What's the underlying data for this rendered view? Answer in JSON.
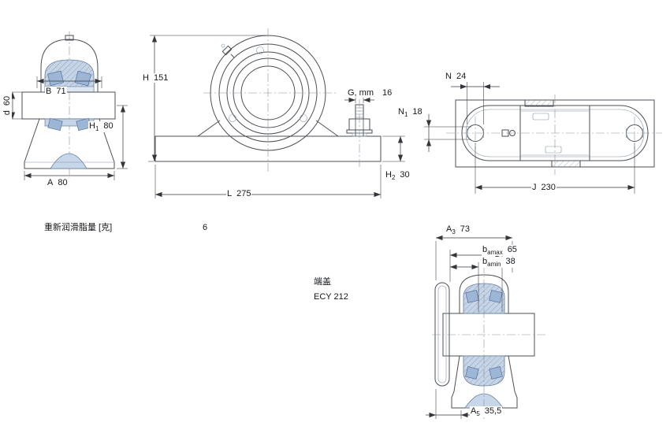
{
  "dims": {
    "B": {
      "name": "B",
      "value": "71"
    },
    "d": {
      "name": "d",
      "value": "60"
    },
    "H1": {
      "name": "H",
      "sub": "1",
      "value": "80"
    },
    "A": {
      "name": "A",
      "value": "80"
    },
    "H": {
      "name": "H",
      "value": "151"
    },
    "G": {
      "name": "G, mm",
      "value": "16"
    },
    "H2": {
      "name": "H",
      "sub": "2",
      "value": "30"
    },
    "L": {
      "name": "L",
      "value": "275"
    },
    "N": {
      "name": "N",
      "value": "24"
    },
    "N1": {
      "name": "N",
      "sub": "1",
      "value": "18"
    },
    "J": {
      "name": "J",
      "value": "230"
    },
    "A3": {
      "name": "A",
      "sub": "3",
      "value": "73"
    },
    "bamax": {
      "name": "b",
      "sub": "amax",
      "value": "65"
    },
    "bamin": {
      "name": "b",
      "sub": "amin",
      "value": "38"
    },
    "A5": {
      "name": "A",
      "sub": "5",
      "value": "35,5"
    }
  },
  "notes": {
    "relube_label": "重新润滑脂量 [克]",
    "relube_value": "6",
    "end_cover_label": "端盖",
    "end_cover_value": "ECY 212"
  },
  "colors": {
    "outline": "#4c4f54",
    "bearing_blue": "#c6d4e7",
    "roller_blue": "#9db6d6",
    "housing_light": "#eceff5",
    "shaft_gray": "#ebebeb"
  }
}
